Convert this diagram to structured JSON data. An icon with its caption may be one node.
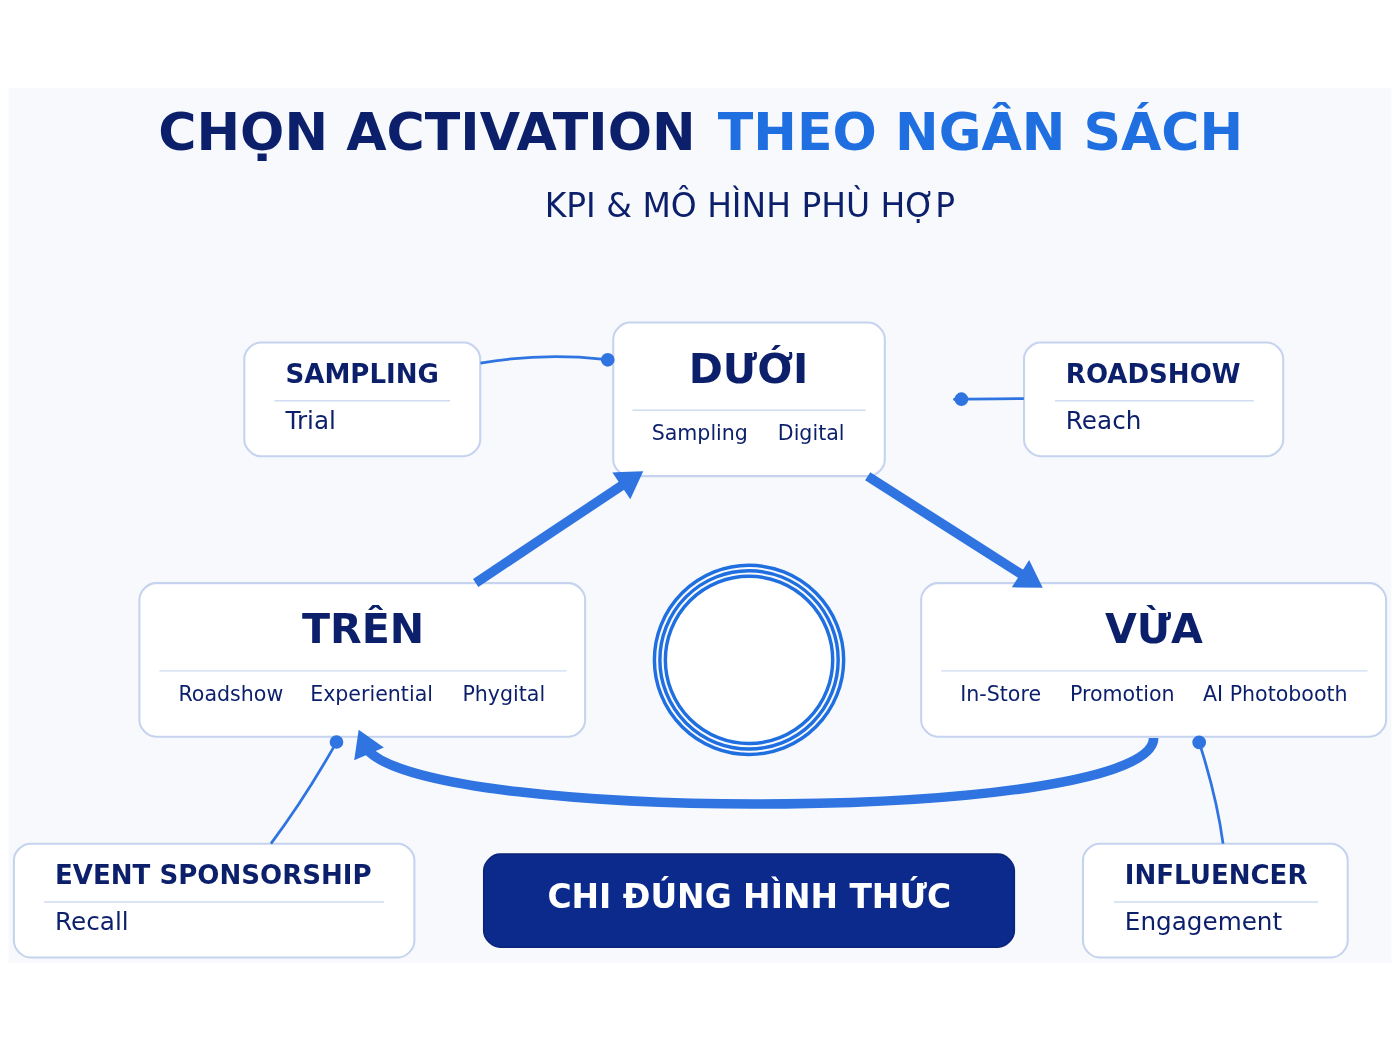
{
  "diagram": {
    "title": "CHỌN ACTIVATION THEO NGÂN SÁCH",
    "nodes": [
      {
        "text": [
          "SAMPLING",
          "Trial"
        ]
      },
      {
        "text": [
          "DƯỚI",
          "Sampling",
          "Digital"
        ]
      },
      {
        "text": [
          "ROADSHOW",
          "Reach"
        ]
      },
      {
        "text": [
          "TRÊN",
          "Roadshow",
          "Experiential",
          "Phygital"
        ]
      },
      {
        "text": [],
        "shape": "circle"
      },
      {
        "text": [
          "VỪA",
          "In-Store",
          "Promotion",
          "AI Photobooth"
        ]
      },
      {
        "text": [
          "EVENT SPONSORSHIP",
          "Recall"
        ]
      },
      {
        "text": [
          "INFLUENCER",
          "Engagement"
        ]
      },
      {
        "text": [
          "CHI ĐÚNG HÌNH THỨC"
        ]
      }
    ],
    "edges": [
      {
        "from": 1,
        "to": 5,
        "arrow": "to",
        "style": "thick"
      },
      {
        "from": 5,
        "to": 3,
        "arrow": "to",
        "style": "thick"
      },
      {
        "from": 3,
        "to": 1,
        "arrow": "to",
        "style": "thick"
      },
      {
        "from": 0,
        "to": 1,
        "arrow": "other"
      },
      {
        "from": 2,
        "to": null,
        "arrow": "other"
      },
      {
        "from": 6,
        "to": 3,
        "arrow": "other"
      },
      {
        "from": 7,
        "to": 5,
        "arrow": "other"
      }
    ],
    "labels": [
      "KPI & MÔ HÌNH PHÙ HỢP"
    ]
  }
}
